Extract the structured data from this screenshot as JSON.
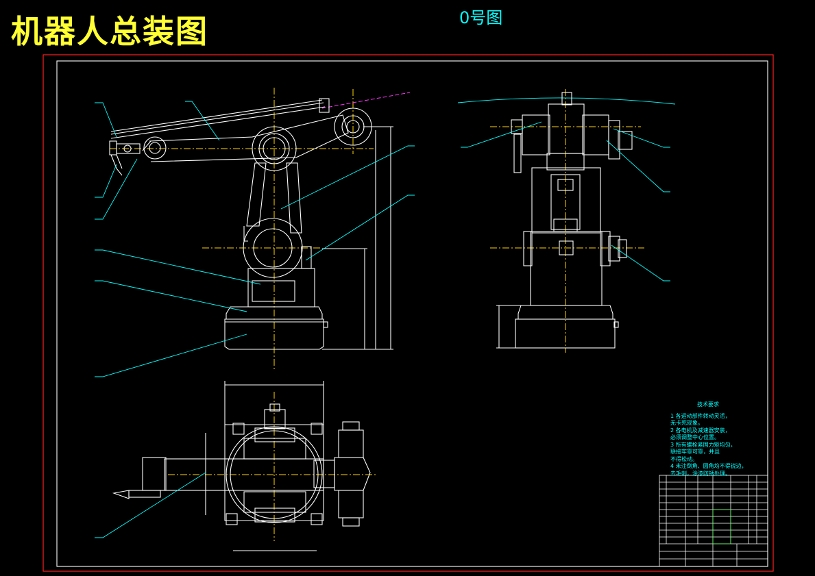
{
  "drawing": {
    "title": "机器人总装图",
    "sheet_size": "0号图"
  },
  "technical_requirements": {
    "heading": "技术要求",
    "lines": [
      "1 各运动部件转动灵活，",
      "   无卡死现象。",
      "2 各电机及减速器安装，",
      "   必须调整中心位置。",
      "3 所有螺栓紧固力矩均匀，",
      "   联接牢靠可靠，并且",
      "   不得松动。",
      "4 未注倒角、圆角均不得锐边，",
      "   去毛刺，涂漆防锈处理。"
    ]
  },
  "colors": {
    "background": "#000000",
    "title": "#ffff33",
    "geometry": "#ffffff",
    "leaders": "#00ffff",
    "centerlines": "#ffd400",
    "border": "#ff2222"
  }
}
